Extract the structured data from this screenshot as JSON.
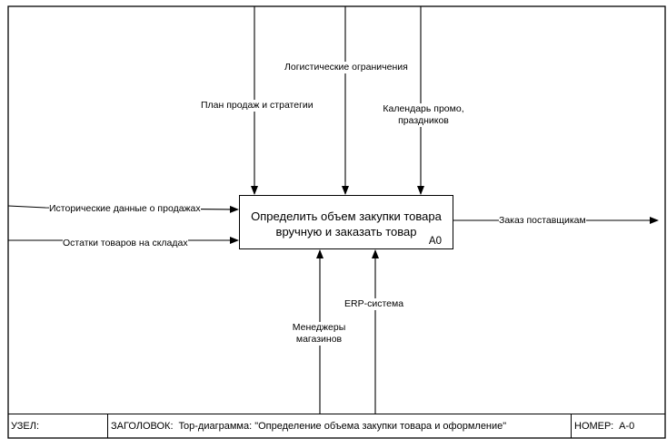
{
  "function_box": {
    "title": "Определить объем закупки товара вручную и заказать товар",
    "id": "A0"
  },
  "inputs": [
    "Исторические данные о продажах",
    "Остатки товаров на складах"
  ],
  "controls": [
    "План продаж и стратегии",
    "Логистические ограничения",
    "Календарь промо, праздников"
  ],
  "outputs": [
    "Заказ поставщикам"
  ],
  "mechanisms": [
    "Менеджеры магазинов",
    "ERP-система"
  ],
  "footer": {
    "node_label": "УЗЕЛ:",
    "title_label": "ЗАГОЛОВОК:",
    "title_value": "Top-диаграмма: \"Определение объема закупки товара и оформление\"",
    "number_label": "НОМЕР:",
    "number_value": "А-0"
  }
}
